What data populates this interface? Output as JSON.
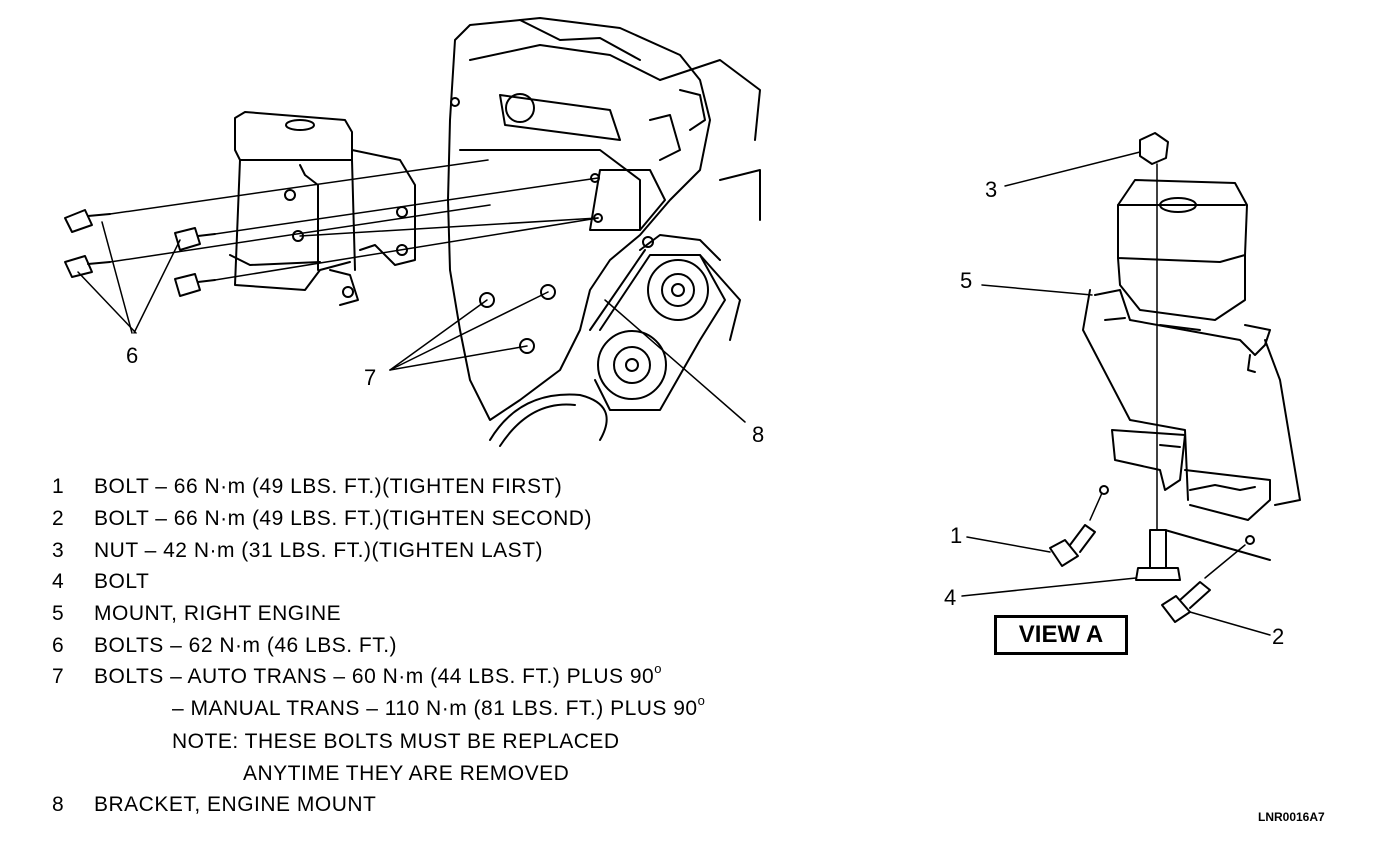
{
  "callouts": {
    "left_6": "6",
    "left_7": "7",
    "left_8": "8",
    "right_1": "1",
    "right_2": "2",
    "right_3": "3",
    "right_4": "4",
    "right_5": "5"
  },
  "view_label": "VIEW A",
  "figure_code": "LNR0016A7",
  "legend": [
    {
      "num": "1",
      "text": "BOLT – 66 N·m (49 LBS. FT.)(TIGHTEN FIRST)"
    },
    {
      "num": "2",
      "text": "BOLT – 66 N·m (49 LBS. FT.)(TIGHTEN SECOND)"
    },
    {
      "num": "3",
      "text": "NUT – 42 N·m (31 LBS. FT.)(TIGHTEN LAST)"
    },
    {
      "num": "4",
      "text": "BOLT"
    },
    {
      "num": "5",
      "text": "MOUNT, RIGHT ENGINE"
    },
    {
      "num": "6",
      "text": "BOLTS – 62 N·m (46 LBS. FT.)"
    },
    {
      "num": "7",
      "text": "BOLTS – AUTO TRANS – 60 N·m (44 LBS. FT.) PLUS 90",
      "sup": "o"
    },
    {
      "num": "8",
      "text": "BRACKET, ENGINE MOUNT"
    }
  ],
  "legend_continuation": {
    "manual": "– MANUAL TRANS – 110 N·m (81 LBS. FT.) PLUS 90",
    "manual_sup": "o",
    "note_1": "NOTE: THESE BOLTS MUST BE REPLACED",
    "note_2": "ANYTIME THEY ARE REMOVED"
  }
}
